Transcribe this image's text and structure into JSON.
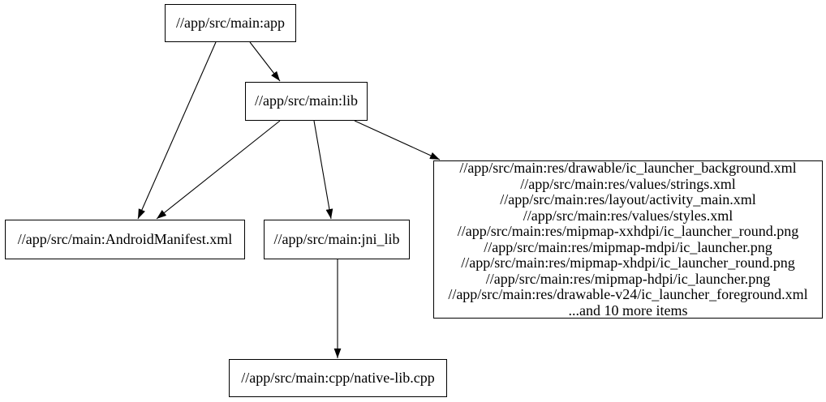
{
  "colors": {
    "background": "#ffffff",
    "ink": "#000000"
  },
  "graph": {
    "nodes": {
      "app": {
        "label": "//app/src/main:app"
      },
      "lib": {
        "label": "//app/src/main:lib"
      },
      "manifest": {
        "label": "//app/src/main:AndroidManifest.xml"
      },
      "jni_lib": {
        "label": "//app/src/main:jni_lib"
      },
      "res_group": {
        "lines": [
          "//app/src/main:res/drawable/ic_launcher_background.xml",
          "//app/src/main:res/values/strings.xml",
          "//app/src/main:res/layout/activity_main.xml",
          "//app/src/main:res/values/styles.xml",
          "//app/src/main:res/mipmap-xxhdpi/ic_launcher_round.png",
          "//app/src/main:res/mipmap-mdpi/ic_launcher.png",
          "//app/src/main:res/mipmap-xhdpi/ic_launcher_round.png",
          "//app/src/main:res/mipmap-hdpi/ic_launcher.png",
          "//app/src/main:res/drawable-v24/ic_launcher_foreground.xml",
          "...and 10 more items"
        ]
      },
      "cpp": {
        "label": "//app/src/main:cpp/native-lib.cpp"
      }
    },
    "edges": [
      {
        "from": "app",
        "to": "lib"
      },
      {
        "from": "app",
        "to": "manifest"
      },
      {
        "from": "lib",
        "to": "manifest"
      },
      {
        "from": "lib",
        "to": "jni_lib"
      },
      {
        "from": "lib",
        "to": "res_group"
      },
      {
        "from": "jni_lib",
        "to": "cpp"
      }
    ]
  }
}
